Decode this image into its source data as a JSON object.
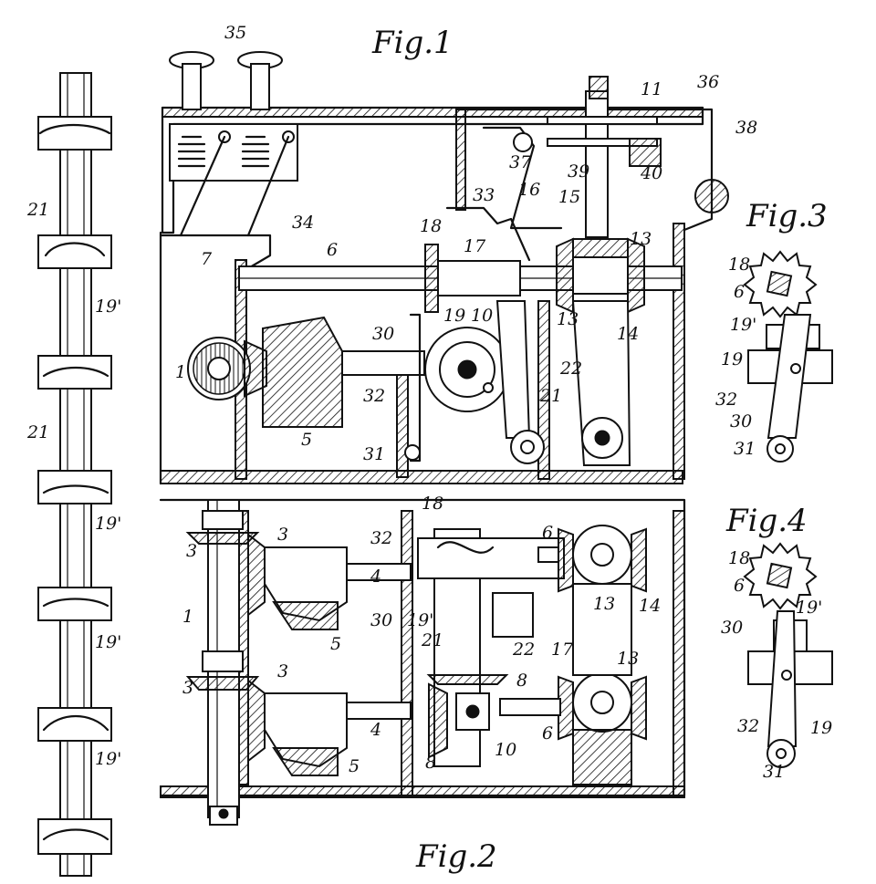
{
  "figures": {
    "fig1": "Fig.1",
    "fig2": "Fig.2",
    "fig3": "Fig.3",
    "fig4": "Fig.4"
  },
  "fig1_labels": [
    "35",
    "11",
    "36",
    "38",
    "37",
    "39",
    "40",
    "16",
    "15",
    "33",
    "34",
    "18",
    "13",
    "7",
    "6",
    "17",
    "13",
    "14",
    "19",
    "10",
    "30",
    "22",
    "1",
    "32",
    "21",
    "5",
    "31"
  ],
  "fig2_labels": [
    "18",
    "3",
    "3",
    "32",
    "6",
    "4",
    "1",
    "30",
    "19'",
    "14",
    "13",
    "21",
    "5",
    "22",
    "17",
    "3",
    "3",
    "8",
    "13",
    "4",
    "8",
    "10",
    "6",
    "5"
  ],
  "fig3_labels": [
    "18",
    "6",
    "19'",
    "19",
    "32",
    "30",
    "31"
  ],
  "fig4_labels": [
    "18",
    "6",
    "30",
    "19'",
    "32",
    "19",
    "31"
  ],
  "side_labels": [
    "21",
    "19'",
    "21",
    "19'",
    "19'",
    "19'"
  ]
}
